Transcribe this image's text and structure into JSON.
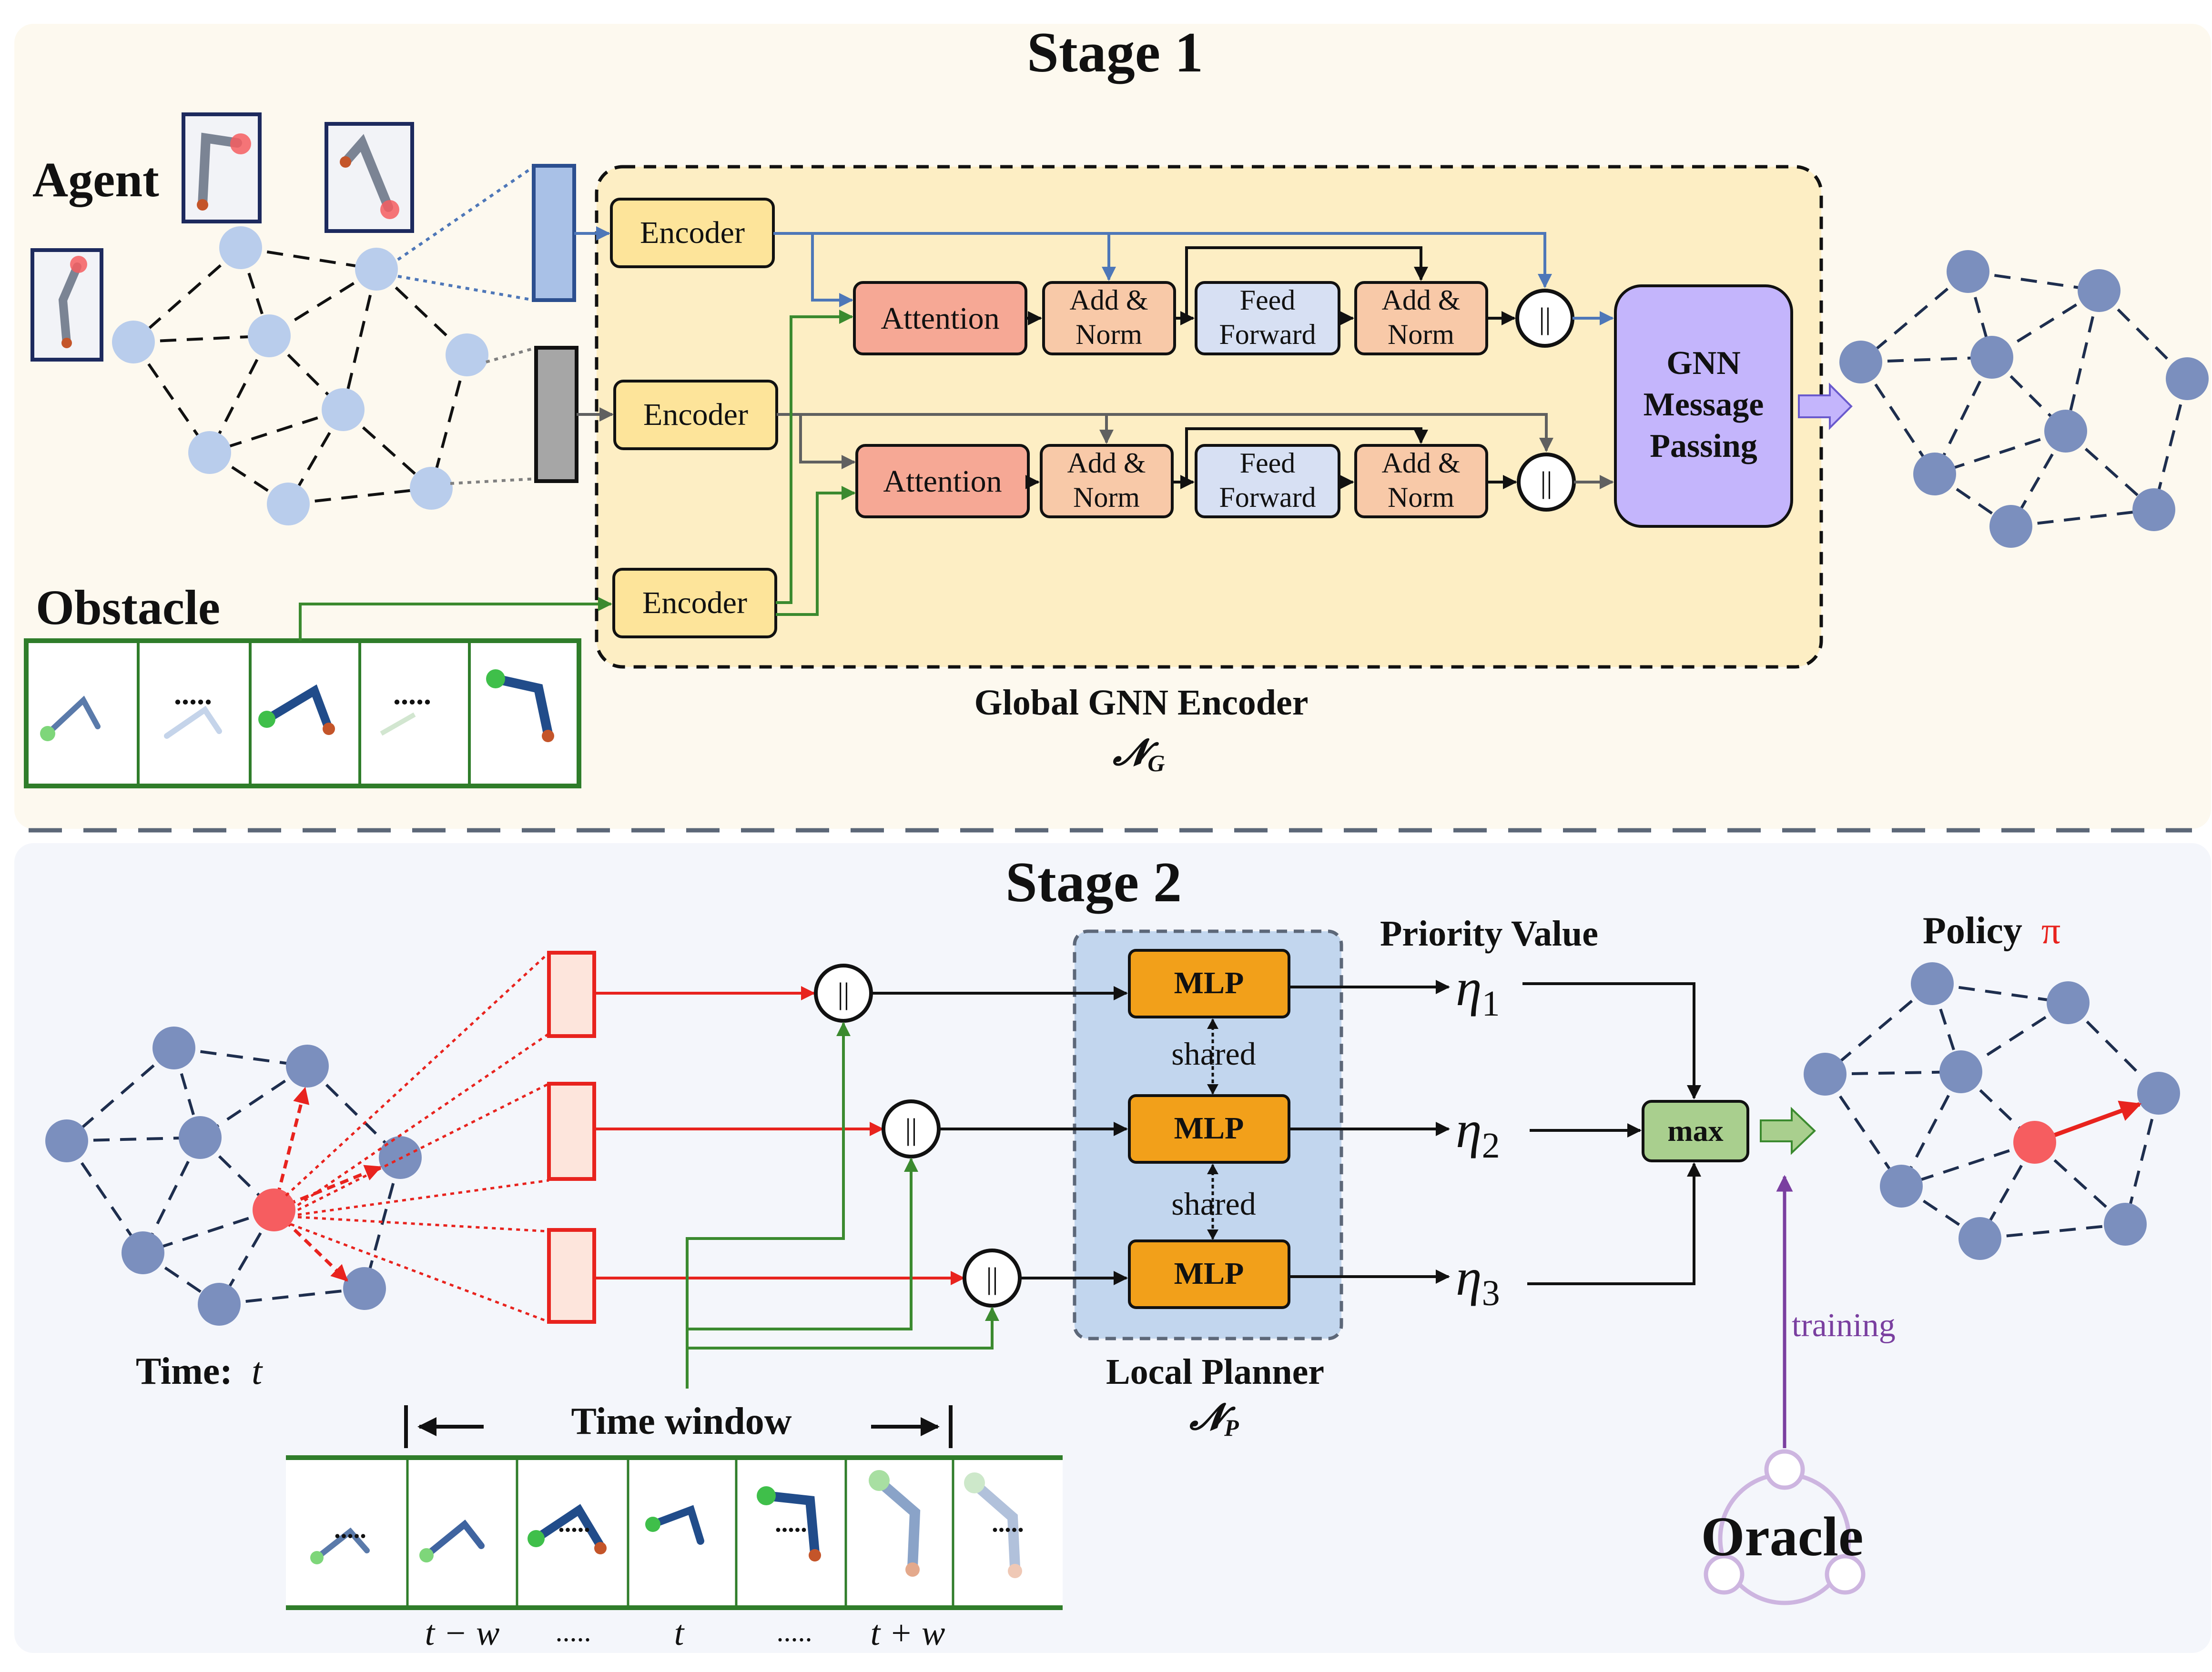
{
  "stage1": {
    "title": "Stage 1",
    "agent_label": "Agent",
    "obstacle_label": "Obstacle",
    "encoder_labels": [
      "Encoder",
      "Encoder",
      "Encoder"
    ],
    "attention_label": "Attention",
    "add_norm_line1": "Add &",
    "add_norm_line2": "Norm",
    "feed_forward_line1": "Feed",
    "feed_forward_line2": "Forward",
    "concat_symbol": "||",
    "gnn_line1": "GNN",
    "gnn_line2": "Message",
    "gnn_line3": "Passing",
    "obstacle_dots": ".....",
    "caption": "Global GNN Encoder",
    "caption_symbol": "𝓝",
    "caption_subscript": "G"
  },
  "stage2": {
    "title": "Stage 2",
    "priority_value_label": "Priority Value",
    "policy_label": "Policy",
    "policy_symbol": "π",
    "mlp_label": "MLP",
    "shared_label": "shared",
    "concat_symbol": "||",
    "eta_symbol": "η",
    "eta_subscripts": [
      "1",
      "2",
      "3"
    ],
    "max_label": "max",
    "training_label": "training",
    "oracle_label": "Oracle",
    "time_label": "Time:",
    "time_symbol": "t",
    "time_window_label": "Time window",
    "local_planner_label": "Local Planner",
    "local_planner_symbol": "𝓝",
    "local_planner_subscript": "P",
    "timeline_labels": [
      "t − w",
      ".....",
      "t",
      ".....",
      "t + w"
    ],
    "frame_dots": "....."
  },
  "colors": {
    "stage1_bg": "#fdf9ef",
    "stage2_bg": "#f4f6fb",
    "encoder_panel": "#fdeec4",
    "encoder_box": "#fde49a",
    "attention_box": "#f6a895",
    "add_norm_box": "#f8c9a8",
    "feed_forward_box": "#d7e0f3",
    "gnn_box": "#c4b5fc",
    "mlp_box": "#f2a01a",
    "local_planner_panel": "#c2d6ee",
    "max_box": "#a9cf8e",
    "node_light": "#b9cdec",
    "node_dark": "#7b8fbe",
    "agent_red": "#f65d60",
    "flow_blue": "#4e77b8",
    "flow_gray": "#606060",
    "flow_green": "#3b8a2f",
    "flow_red": "#e8231e",
    "training_purple": "#7a3fa0",
    "oracle_lilac": "#cdb5e0"
  }
}
